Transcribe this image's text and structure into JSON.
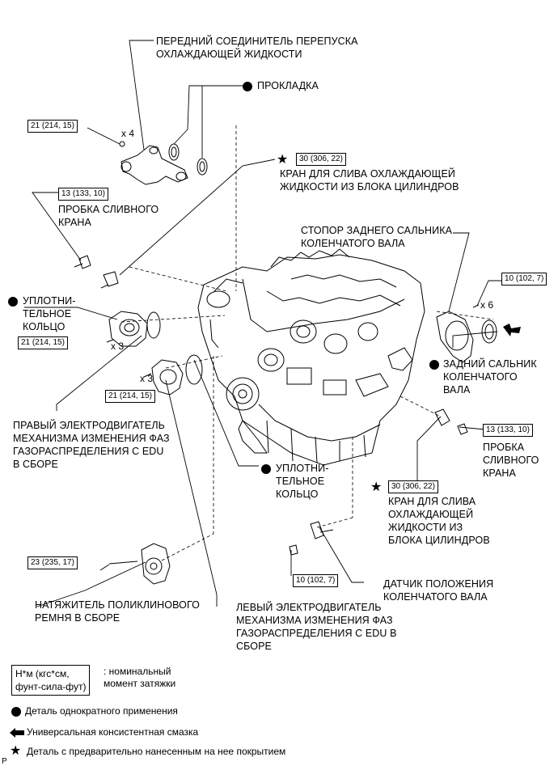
{
  "labels": {
    "front_bypass": "ПЕРЕДНИЙ СОЕДИНИТЕЛЬ ПЕРЕПУСКА\nОХЛАЖДАЮЩЕЙ ЖИДКОСТИ",
    "gasket": "ПРОКЛАДКА",
    "drain_cock_top": "КРАН ДЛЯ СЛИВА ОХЛАЖДАЮЩЕЙ\nЖИДКОСТИ ИЗ БЛОКА ЦИЛИНДРОВ",
    "drain_plug_left": "ПРОБКА СЛИВНОГО\nКРАНА",
    "rear_seal_retainer": "СТОПОР ЗАДНЕГО САЛЬНИКА\nКОЛЕНЧАТОГО ВАЛА",
    "oring_left": "УПЛОТНИ-\nТЕЛЬНОЕ\nКОЛЬЦО",
    "rear_oil_seal": "ЗАДНИЙ САЛЬНИК\nКОЛЕНЧАТОГО\nВАЛА",
    "right_vvt": "ПРАВЫЙ ЭЛЕКТРОДВИГАТЕЛЬ\nМЕХАНИЗМА ИЗМЕНЕНИЯ ФАЗ\nГАЗОРАСПРЕДЕЛЕНИЯ С EDU\nВ СБОРЕ",
    "drain_plug_right": "ПРОБКА\nСЛИВНОГО\nКРАНА",
    "oring_right": "УПЛОТНИ-\nТЕЛЬНОЕ\nКОЛЬЦО",
    "drain_cock_right": "КРАН ДЛЯ СЛИВА\nОХЛАЖДАЮЩЕЙ\nЖИДКОСТИ ИЗ\nБЛОКА ЦИЛИНДРОВ",
    "crank_sensor": "ДАТЧИК ПОЛОЖЕНИЯ\nКОЛЕНЧАТОГО ВАЛА",
    "tensioner": "НАТЯЖИТЕЛЬ ПОЛИКЛИНОВОГО\nРЕМНЯ В СБОРЕ",
    "left_vvt": "ЛЕВЫЙ ЭЛЕКТРОДВИГАТЕЛЬ\nМЕХАНИЗМА ИЗМЕНЕНИЯ ФАЗ\nГАЗОРАСПРЕДЕЛЕНИЯ С EDU В\nСБОРЕ"
  },
  "torques": {
    "t_bypass": "21 (214, 15)",
    "t_drain_cock_top": "30 (306, 22)",
    "t_drain_plug_left": "13 (133, 10)",
    "t_retainer": "10 (102, 7)",
    "t_right_vvt": "21 (214, 15)",
    "t_left_vvt": "21 (214, 15)",
    "t_drain_plug_right": "13 (133, 10)",
    "t_drain_cock_right": "30 (306, 22)",
    "t_tensioner": "23 (235, 17)",
    "t_sensor": "10 (102, 7)"
  },
  "multipliers": {
    "m_bypass": "x 4",
    "m_right_vvt": "x 3",
    "m_left_vvt": "x 3",
    "m_retainer": "x 6"
  },
  "legend": {
    "unit_box": "Н*м (кгс*см,\nфунт-сила-фут)",
    "unit_text": ": номинальный\nмомент затяжки",
    "non_reusable": "Деталь однократного применения",
    "grease": "Универсальная консистентная смазка",
    "precoated": "Деталь с предварительно нанесенным на нее покрытием"
  },
  "corner_mark": "P",
  "icons": {
    "dot": "non-reusable-dot-icon",
    "star": "precoated-star-icon",
    "arrow": "grease-arrow-icon"
  }
}
